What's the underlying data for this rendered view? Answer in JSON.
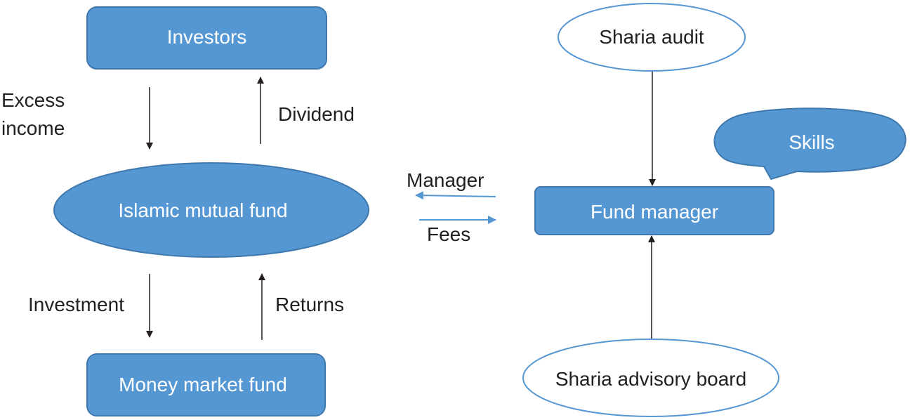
{
  "colors": {
    "fill": "#5597d3",
    "stroke": "#3f78ad",
    "outline_blue": "#5597d3",
    "arrow_black": "#231f20",
    "text_dark": "#231f20",
    "text_light": "#ffffff"
  },
  "nodes": {
    "investors": "Investors",
    "islamic_mutual_fund": "Islamic mutual fund",
    "money_market_fund": "Money market fund",
    "fund_manager": "Fund manager",
    "sharia_audit": "Sharia audit",
    "sharia_advisory_board": "Sharia advisory board",
    "skills": "Skills"
  },
  "edges": {
    "excess_income_line1": "Excess",
    "excess_income_line2": "income",
    "dividend": "Dividend",
    "investment": "Investment",
    "returns": "Returns",
    "manager": "Manager",
    "fees": "Fees"
  }
}
